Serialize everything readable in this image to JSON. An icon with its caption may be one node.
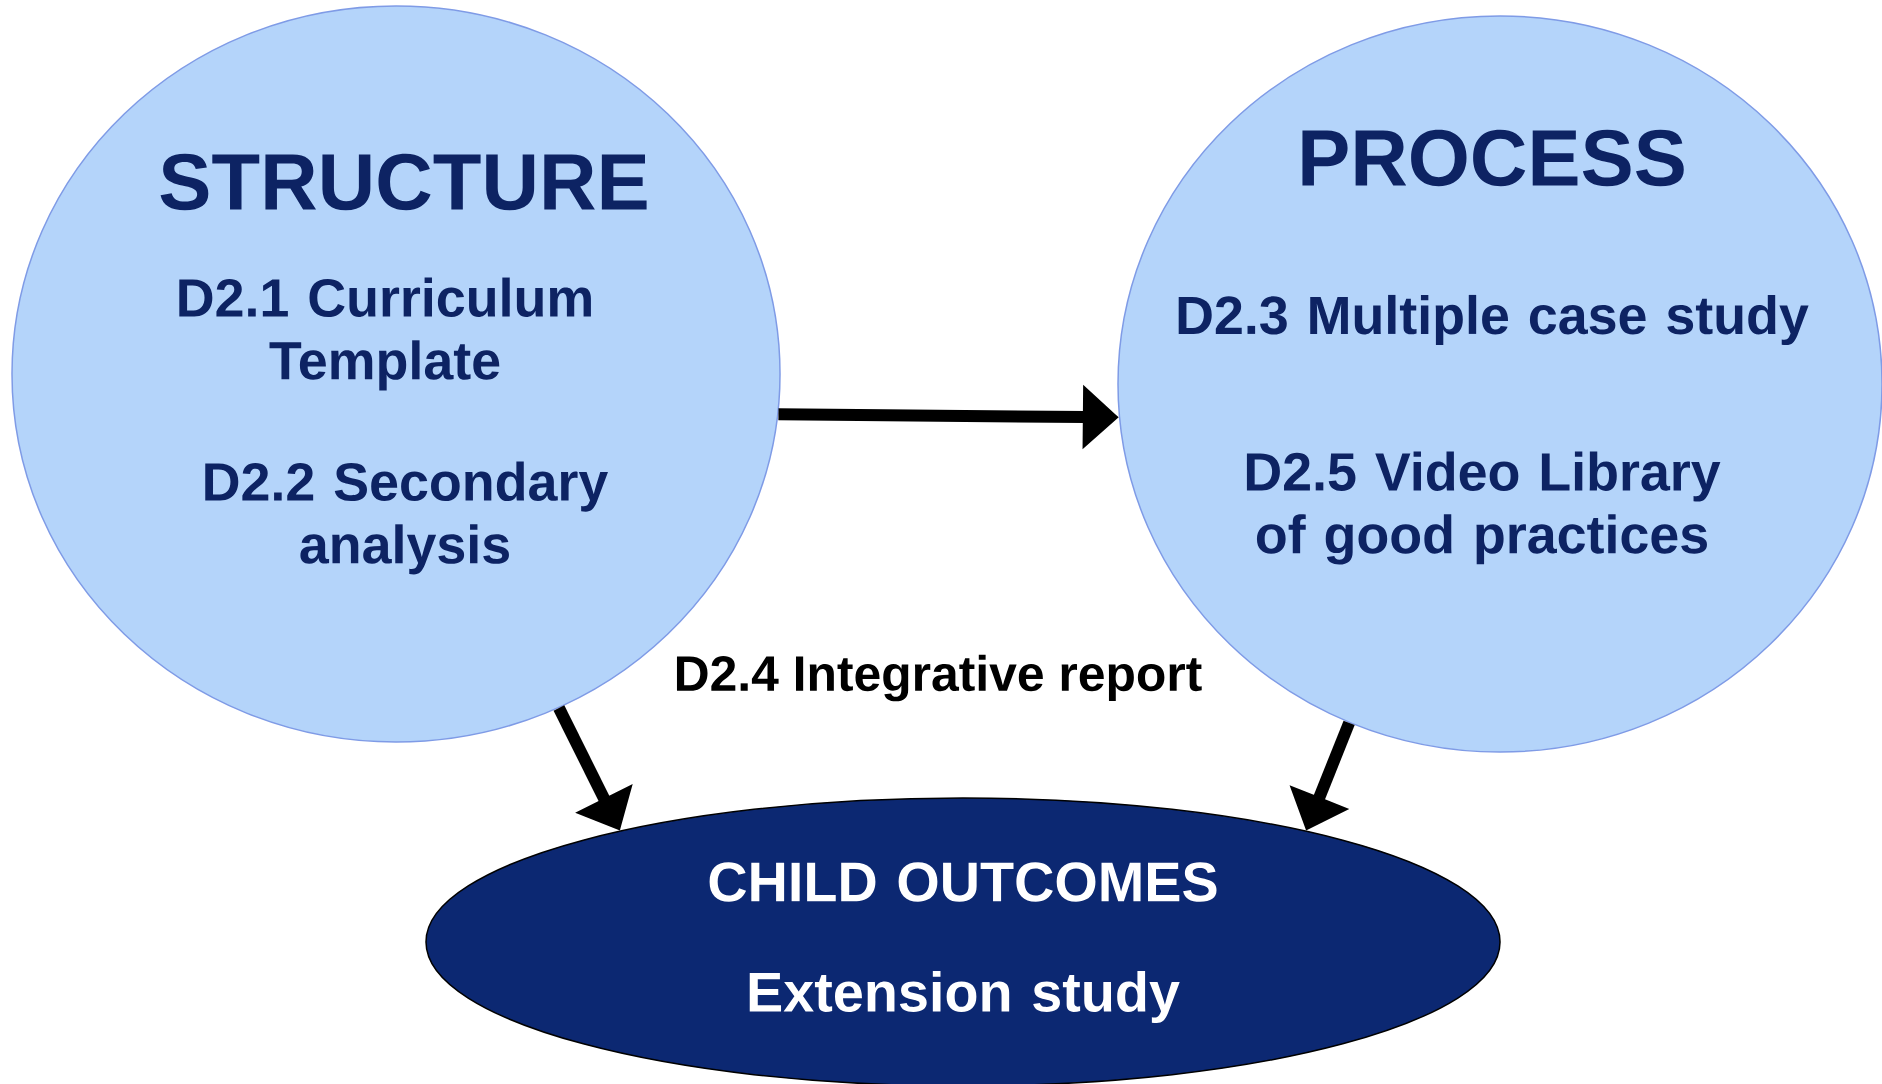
{
  "diagram": {
    "nodes": [
      {
        "text": [
          "STRUCTURE",
          "D2.1 Curriculum Template",
          "D2.2 Secondary analysis"
        ]
      },
      {
        "text": [
          "PROCESS",
          "D2.3 Multiple case study",
          "D2.5 Video Library of good practices"
        ]
      },
      {
        "text": [
          "CHILD OUTCOMES",
          "Extension study"
        ]
      }
    ],
    "edges": [
      {
        "from": 0,
        "to": 1,
        "arrow": "to"
      },
      {
        "from": 0,
        "to": 2,
        "arrow": "to"
      },
      {
        "from": 1,
        "to": 2,
        "arrow": "to"
      }
    ],
    "labels": [
      "D2.4 Integrative report"
    ]
  }
}
